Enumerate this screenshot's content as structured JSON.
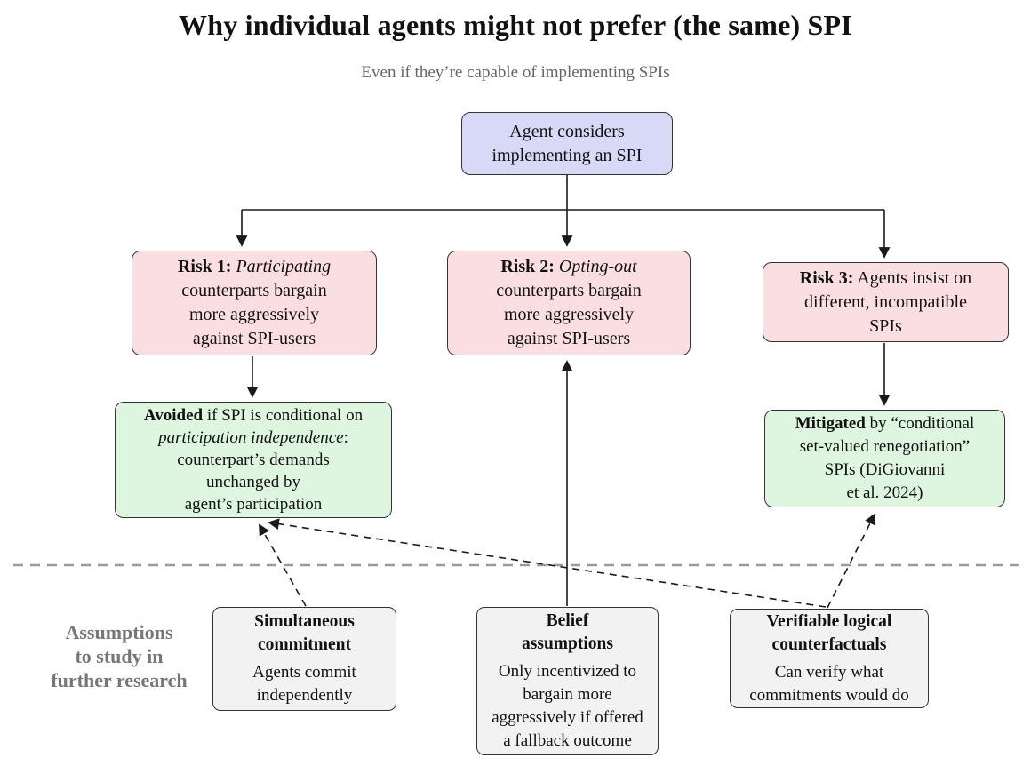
{
  "title": "Why individual agents might not prefer (the same) SPI",
  "subtitle": "Even if they’re capable of implementing SPIs",
  "colors": {
    "node-root": "#d8d8f7",
    "node-risk": "#fbdee1",
    "node-fix": "#def5df",
    "node-assume": "#f2f2f2",
    "separator": "#9a9a9a",
    "muted": "#666666",
    "muted-label": "#767676"
  },
  "root_box": {
    "line1": "Agent considers",
    "line2": "implementing an SPI"
  },
  "risks": {
    "risk1": {
      "label": "Risk 1:",
      "emphasis": "Participating",
      "line2": "counterparts bargain",
      "line3": "more aggressively",
      "line4": "against SPI-users"
    },
    "risk2": {
      "label": "Risk 2:",
      "emphasis": "Opting-out",
      "line2": "counterparts bargain",
      "line3": "more aggressively",
      "line4": "against SPI-users"
    },
    "risk3": {
      "label": "Risk 3:",
      "line1rest": "Agents insist on",
      "line2": "different, incompatible",
      "line3": "SPIs"
    }
  },
  "mitigations": {
    "avoided": {
      "lead": "Avoided",
      "line1rest": "if SPI is conditional on",
      "line2em": "participation independence",
      "line2end": ":",
      "line3": "counterpart’s demands",
      "line4": "unchanged by",
      "line5": "agent’s participation"
    },
    "mitigated": {
      "lead": "Mitigated",
      "line1rest": "by “conditional",
      "line2": "set-valued renegotiation”",
      "line3": "SPIs (DiGiovanni",
      "line4": "et al. 2024)"
    }
  },
  "assumptions_label": {
    "line1": "Assumptions",
    "line2": "to study in",
    "line3": "further research"
  },
  "assumptions": {
    "simultaneous": {
      "title1": "Simultaneous",
      "title2": "commitment",
      "body1": "Agents commit",
      "body2": "independently"
    },
    "belief": {
      "title1": "Belief",
      "title2": "assumptions",
      "body1": "Only incentivized to",
      "body2": "bargain more",
      "body3": "aggressively if offered",
      "body4": "a fallback outcome"
    },
    "verifiable": {
      "title1": "Verifiable logical",
      "title2": "counterfactuals",
      "body1": "Can verify what",
      "body2": "commitments would do"
    }
  }
}
